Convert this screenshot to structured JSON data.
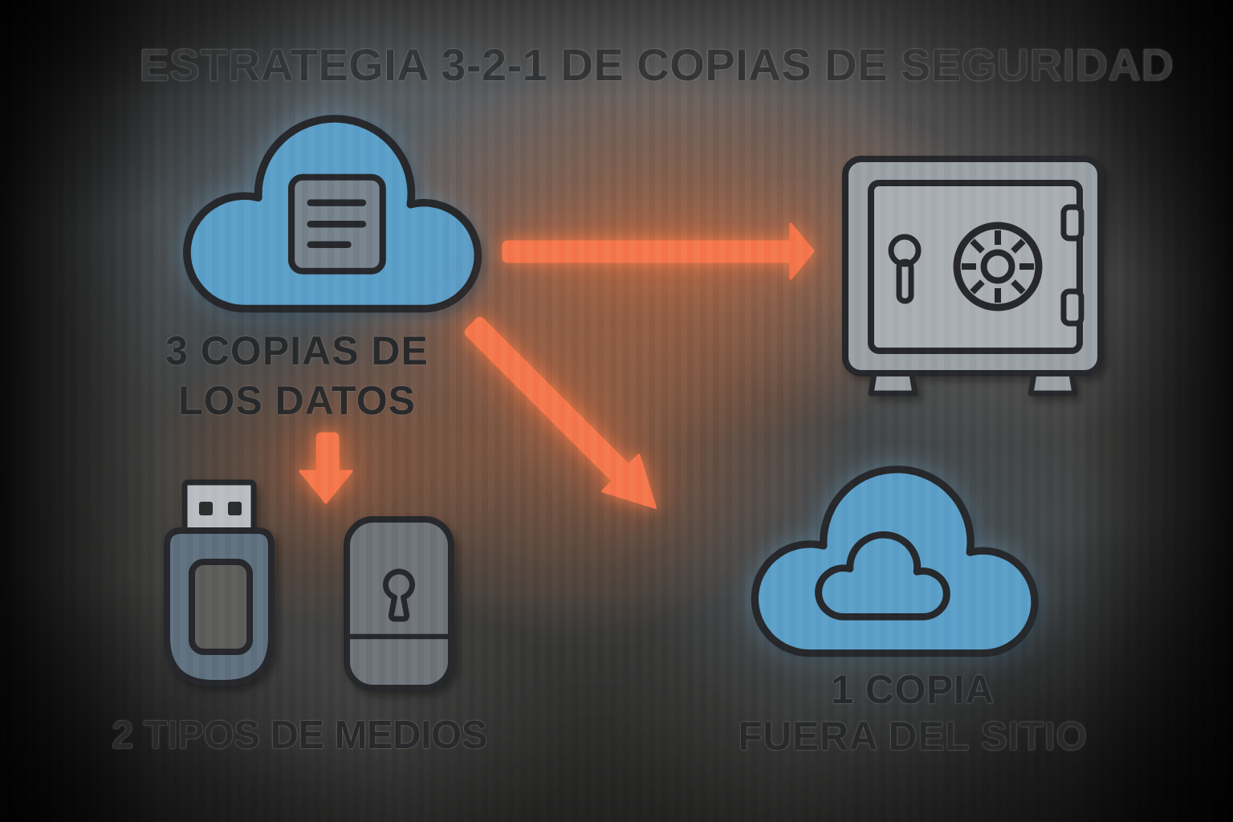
{
  "infographic": {
    "title": "ESTRATEGIA 3-2-1 DE COPIAS DE SEGURIDAD",
    "nodes": {
      "source": {
        "label_line1": "3 COPIAS DE",
        "label_line2": "LOS DATOS",
        "icon": "cloud-with-document-icon"
      },
      "onsite_safe": {
        "icon": "safe-vault-icon"
      },
      "media": {
        "label": "2 TIPOS DE MEDIOS",
        "icons": [
          "usb-flash-drive-icon",
          "encrypted-drive-icon"
        ]
      },
      "offsite": {
        "label_line1": "1 COPIA",
        "label_line2": "FUERA DEL SITIO",
        "icon": "cloud-in-cloud-icon"
      }
    },
    "arrows": [
      {
        "name": "arrow-right",
        "from": "source",
        "to": "onsite_safe"
      },
      {
        "name": "arrow-down",
        "from": "source",
        "to": "media"
      },
      {
        "name": "arrow-diagonal",
        "from": "source",
        "to": "offsite"
      }
    ],
    "colors": {
      "arrow_orange": "#F4774D",
      "cloud_blue": "#5C9FC8",
      "metal_gray": "#9BA1A6",
      "door_gray": "#A9AEB3",
      "usb_slate": "#60717F",
      "drive_gray": "#6E747A",
      "outline_dark": "#26282B",
      "text_dark": "#2B2C2E"
    }
  }
}
